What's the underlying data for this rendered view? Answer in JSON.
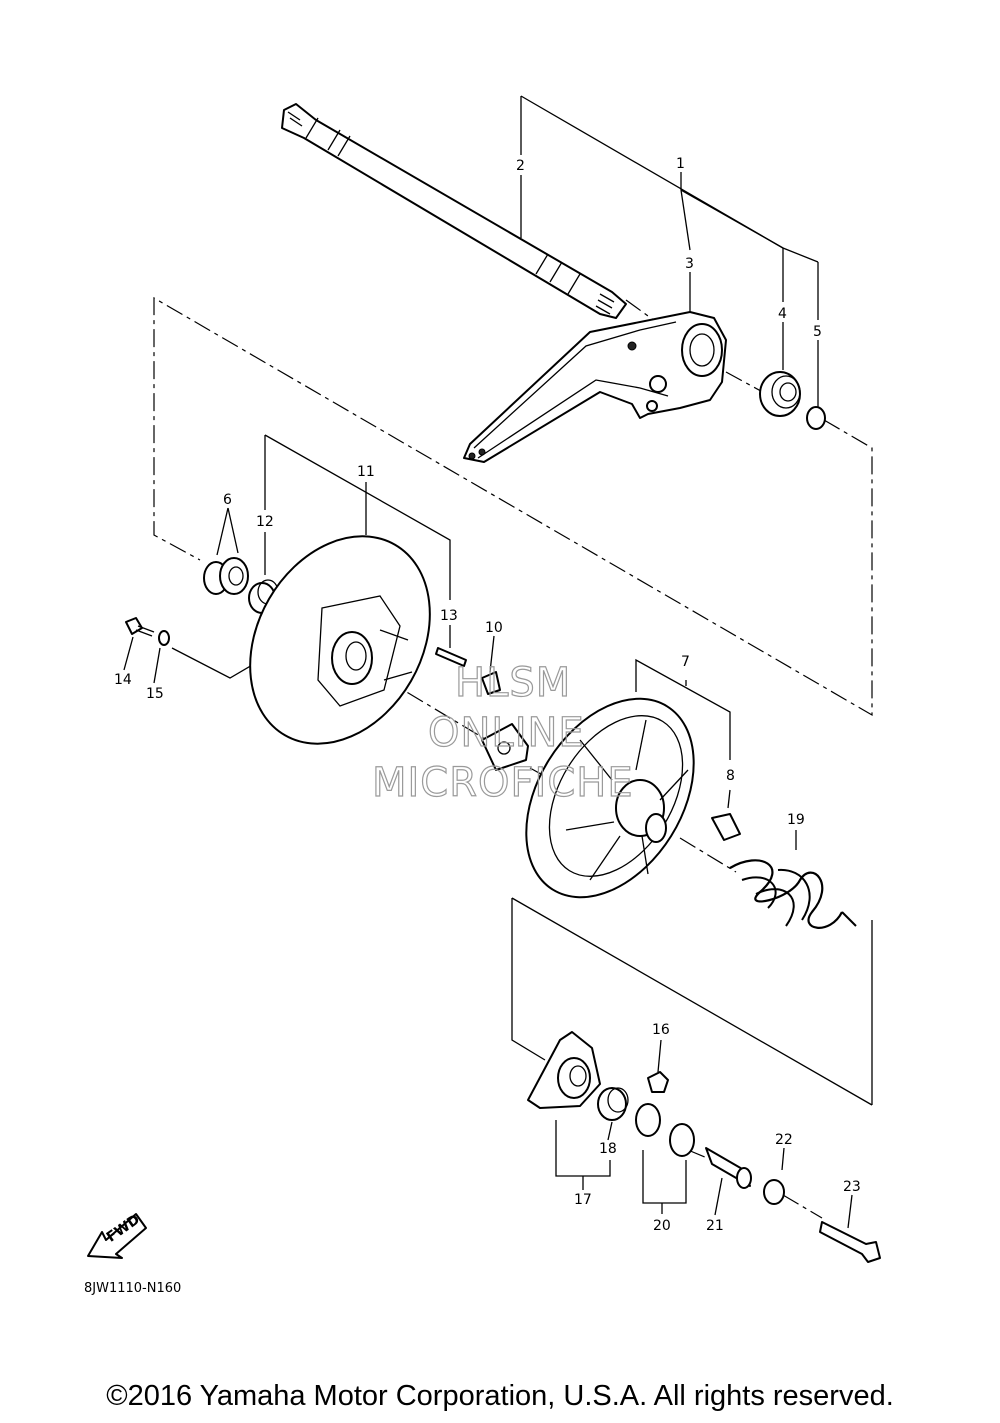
{
  "callouts": [
    "1",
    "2",
    "3",
    "4",
    "5",
    "6",
    "7",
    "8",
    "10",
    "11",
    "12",
    "13",
    "14",
    "15",
    "16",
    "17",
    "18",
    "19",
    "20",
    "21",
    "22",
    "23"
  ],
  "fwd_label": "FWD",
  "watermark": [
    "HLSM",
    "ONLINE",
    "MICROFICHE"
  ],
  "diagram_code": "8JW1110-N160",
  "copyright": "©2016 Yamaha Motor Corporation, U.S.A. All rights reserved."
}
